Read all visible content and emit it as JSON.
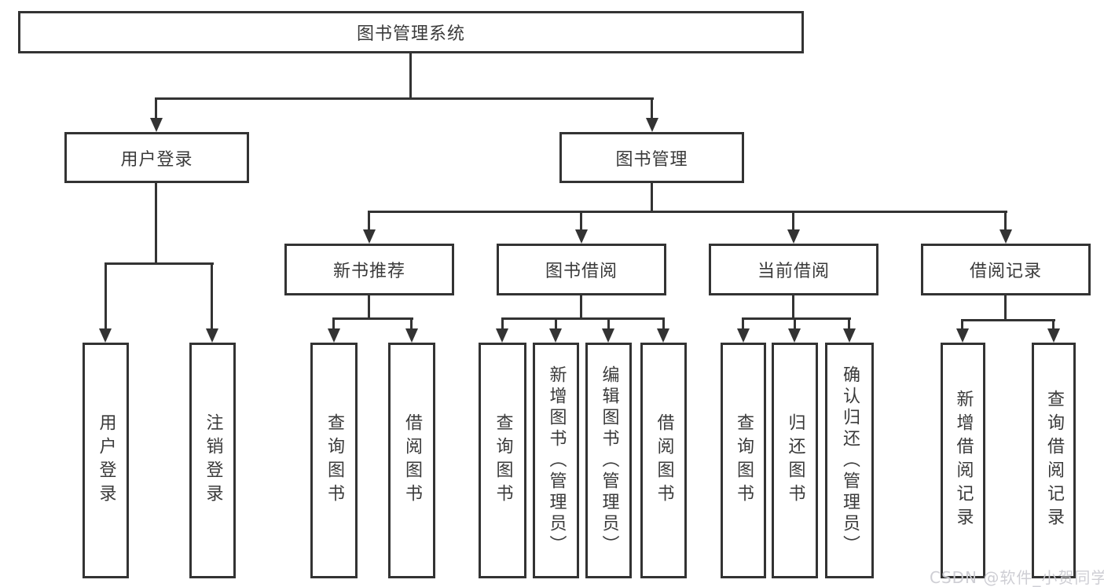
{
  "diagram": {
    "title": "图书管理系统",
    "root": {
      "label": "图书管理系统"
    },
    "level2": [
      {
        "label": "用户登录"
      },
      {
        "label": "图书管理"
      }
    ],
    "level3": [
      {
        "label": "新书推荐"
      },
      {
        "label": "图书借阅"
      },
      {
        "label": "当前借阅"
      },
      {
        "label": "借阅记录"
      }
    ],
    "leaves": {
      "user_login": [
        {
          "label": "用户登录"
        },
        {
          "label": "注销登录"
        }
      ],
      "new_book": [
        {
          "label": "查询图书"
        },
        {
          "label": "借阅图书"
        }
      ],
      "book_borrow": [
        {
          "label": "查询图书"
        },
        {
          "label": "新增图书（管理员）"
        },
        {
          "label": "编辑图书（管理员）"
        },
        {
          "label": "借阅图书"
        }
      ],
      "current_borrow": [
        {
          "label": "查询图书"
        },
        {
          "label": "归还图书"
        },
        {
          "label": "确认归还（管理员）"
        }
      ],
      "borrow_record": [
        {
          "label": "新增借阅记录"
        },
        {
          "label": "查询借阅记录"
        }
      ]
    }
  },
  "watermark": {
    "text": "CSDN @软件_小贺同学"
  },
  "colors": {
    "line": "#333333",
    "text": "#3a3a3a",
    "background": "#ffffff",
    "watermark": "#ccccd2"
  }
}
